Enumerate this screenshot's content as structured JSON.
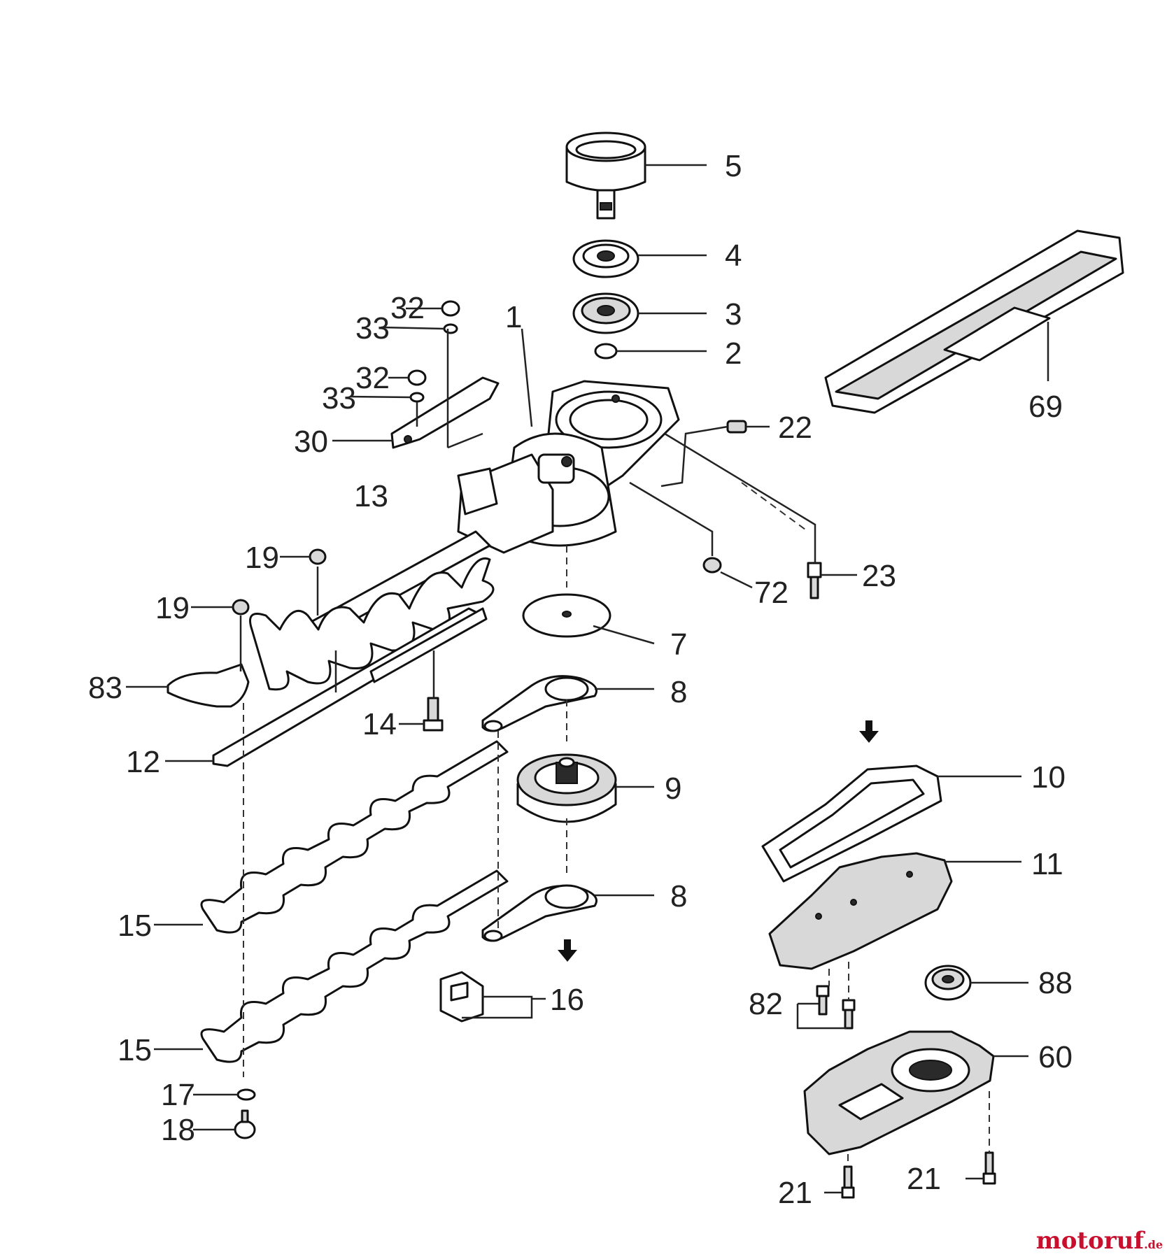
{
  "diagram": {
    "labels": {
      "p1": "1",
      "p2": "2",
      "p3": "3",
      "p4": "4",
      "p5": "5",
      "p7": "7",
      "p8a": "8",
      "p8b": "8",
      "p9": "9",
      "p10": "10",
      "p11": "11",
      "p12": "12",
      "p13": "13",
      "p14": "14",
      "p15a": "15",
      "p15b": "15",
      "p16": "16",
      "p17": "17",
      "p18": "18",
      "p19a": "19",
      "p19b": "19",
      "p21a": "21",
      "p21b": "21",
      "p22": "22",
      "p23": "23",
      "p30": "30",
      "p32a": "32",
      "p32b": "32",
      "p33a": "33",
      "p33b": "33",
      "p60": "60",
      "p69": "69",
      "p72": "72",
      "p82": "82",
      "p83": "83",
      "p88": "88"
    }
  },
  "watermark": {
    "text": "motoruf",
    "suffix": ".de",
    "color": "#c8102e"
  }
}
